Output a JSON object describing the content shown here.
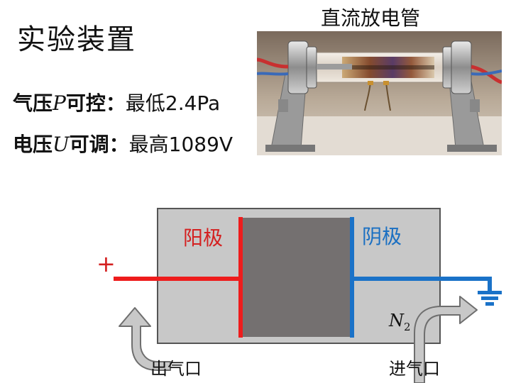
{
  "title": "实验装置",
  "photo_caption": "直流放电管",
  "params": {
    "pressure": {
      "prefix": "气压",
      "var": "P",
      "suffix": "可控：",
      "value": "最低2.4Pa"
    },
    "voltage": {
      "prefix": "电压",
      "var": "U",
      "suffix": "可调：",
      "value": "最高1089V"
    }
  },
  "diagram": {
    "anode_label": "阳极",
    "cathode_label": "阴极",
    "plus_sign": "+",
    "gas_var": "N",
    "gas_sub": "2",
    "outlet_label": "出气口",
    "inlet_label": "进气口"
  },
  "colors": {
    "anode": "#ee1c1c",
    "cathode": "#1a72c8",
    "chamber": "#c8c8c8",
    "glow": "#747070"
  },
  "icons": [
    "ground-icon",
    "inlet-arrow-icon",
    "outlet-arrow-icon",
    "discharge-tube-photo"
  ]
}
